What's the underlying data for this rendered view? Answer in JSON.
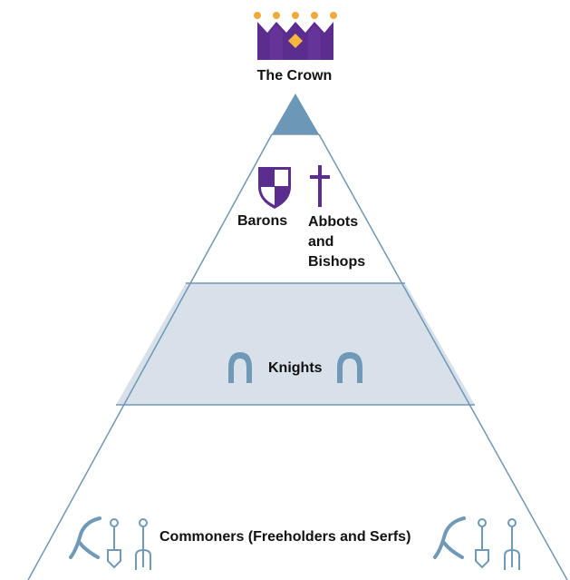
{
  "crown": {
    "label": "The Crown"
  },
  "tiers": {
    "nobility": {
      "barons_label": "Barons",
      "abbots_label": "Abbots and Bishops"
    },
    "knights": {
      "label": "Knights"
    },
    "commoners": {
      "label": "Commoners (Freeholders and Serfs)"
    }
  },
  "colors": {
    "outline": "#6f97b5",
    "apex": "#6d97b6",
    "knights_band": "#d8e1ea",
    "icon_blue": "#7099b8",
    "purple": "#5b2d8e",
    "crown_jewel": "#f6b73c",
    "crown_dots": "#f2a93b"
  },
  "icons": [
    "crown-icon",
    "shield-icon",
    "cross-icon",
    "horseshoe-icon",
    "sickle-icon",
    "spade-icon",
    "pitchfork-icon"
  ]
}
